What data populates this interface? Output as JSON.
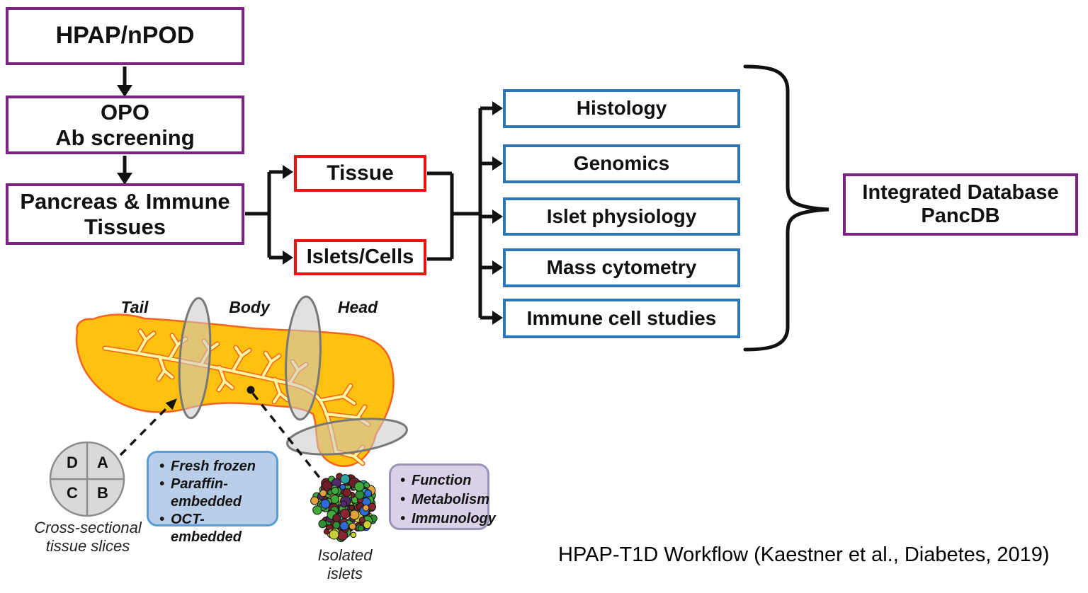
{
  "colors": {
    "purple": "#7C2483",
    "red": "#EE1111",
    "blue": "#2E75B6",
    "line_black": "#111111",
    "text_black": "#111111",
    "blue_panel_fill": "#B9CEE9",
    "blue_panel_border": "#5B9BD5",
    "purple_panel_fill": "#D8D1E7",
    "purple_panel_border": "#9C94B8",
    "pancreas_fill": "#FFC010",
    "pancreas_stroke": "#F4641E",
    "duct_fill": "#FFF8A0",
    "slice_fill": "#C9C9C9",
    "slice_stroke": "#787878",
    "quad_fill": "#D9D9D9",
    "quad_stroke": "#8C8C8C"
  },
  "islet_palette": [
    "#3FA93C",
    "#49B33B",
    "#2F8F33",
    "#7C2128",
    "#8A2630",
    "#6E1E26",
    "#7C2128",
    "#3FA93C",
    "#E2A23B",
    "#2E6BD8",
    "#53296B",
    "#2FA3A0",
    "#C9CF3A",
    "#7C2128",
    "#3FA93C"
  ],
  "flow": {
    "source": "HPAP/nPOD",
    "screening_line1": "OPO",
    "screening_line2": "Ab screening",
    "tissues_line1": "Pancreas & Immune",
    "tissues_line2": "Tissues",
    "tissue": "Tissue",
    "islets_cells": "Islets/Cells",
    "assays": [
      "Histology",
      "Genomics",
      "Islet physiology",
      "Mass cytometry",
      "Immune cell studies"
    ],
    "database_line1": "Integrated Database",
    "database_line2": "PancDB"
  },
  "anatomy": {
    "regions": [
      "Tail",
      "Body",
      "Head"
    ],
    "quadrants": [
      "D",
      "A",
      "C",
      "B"
    ],
    "slice_caption": "Cross-sectional tissue slices",
    "tissue_processing": [
      "Fresh frozen",
      "Paraffin-embedded",
      "OCT-embedded"
    ],
    "islet_caption": "Isolated islets",
    "islet_studies": [
      "Function",
      "Metabolism",
      "Immunology"
    ]
  },
  "caption": "HPAP-T1D Workflow (Kaestner et al., Diabetes, 2019)"
}
